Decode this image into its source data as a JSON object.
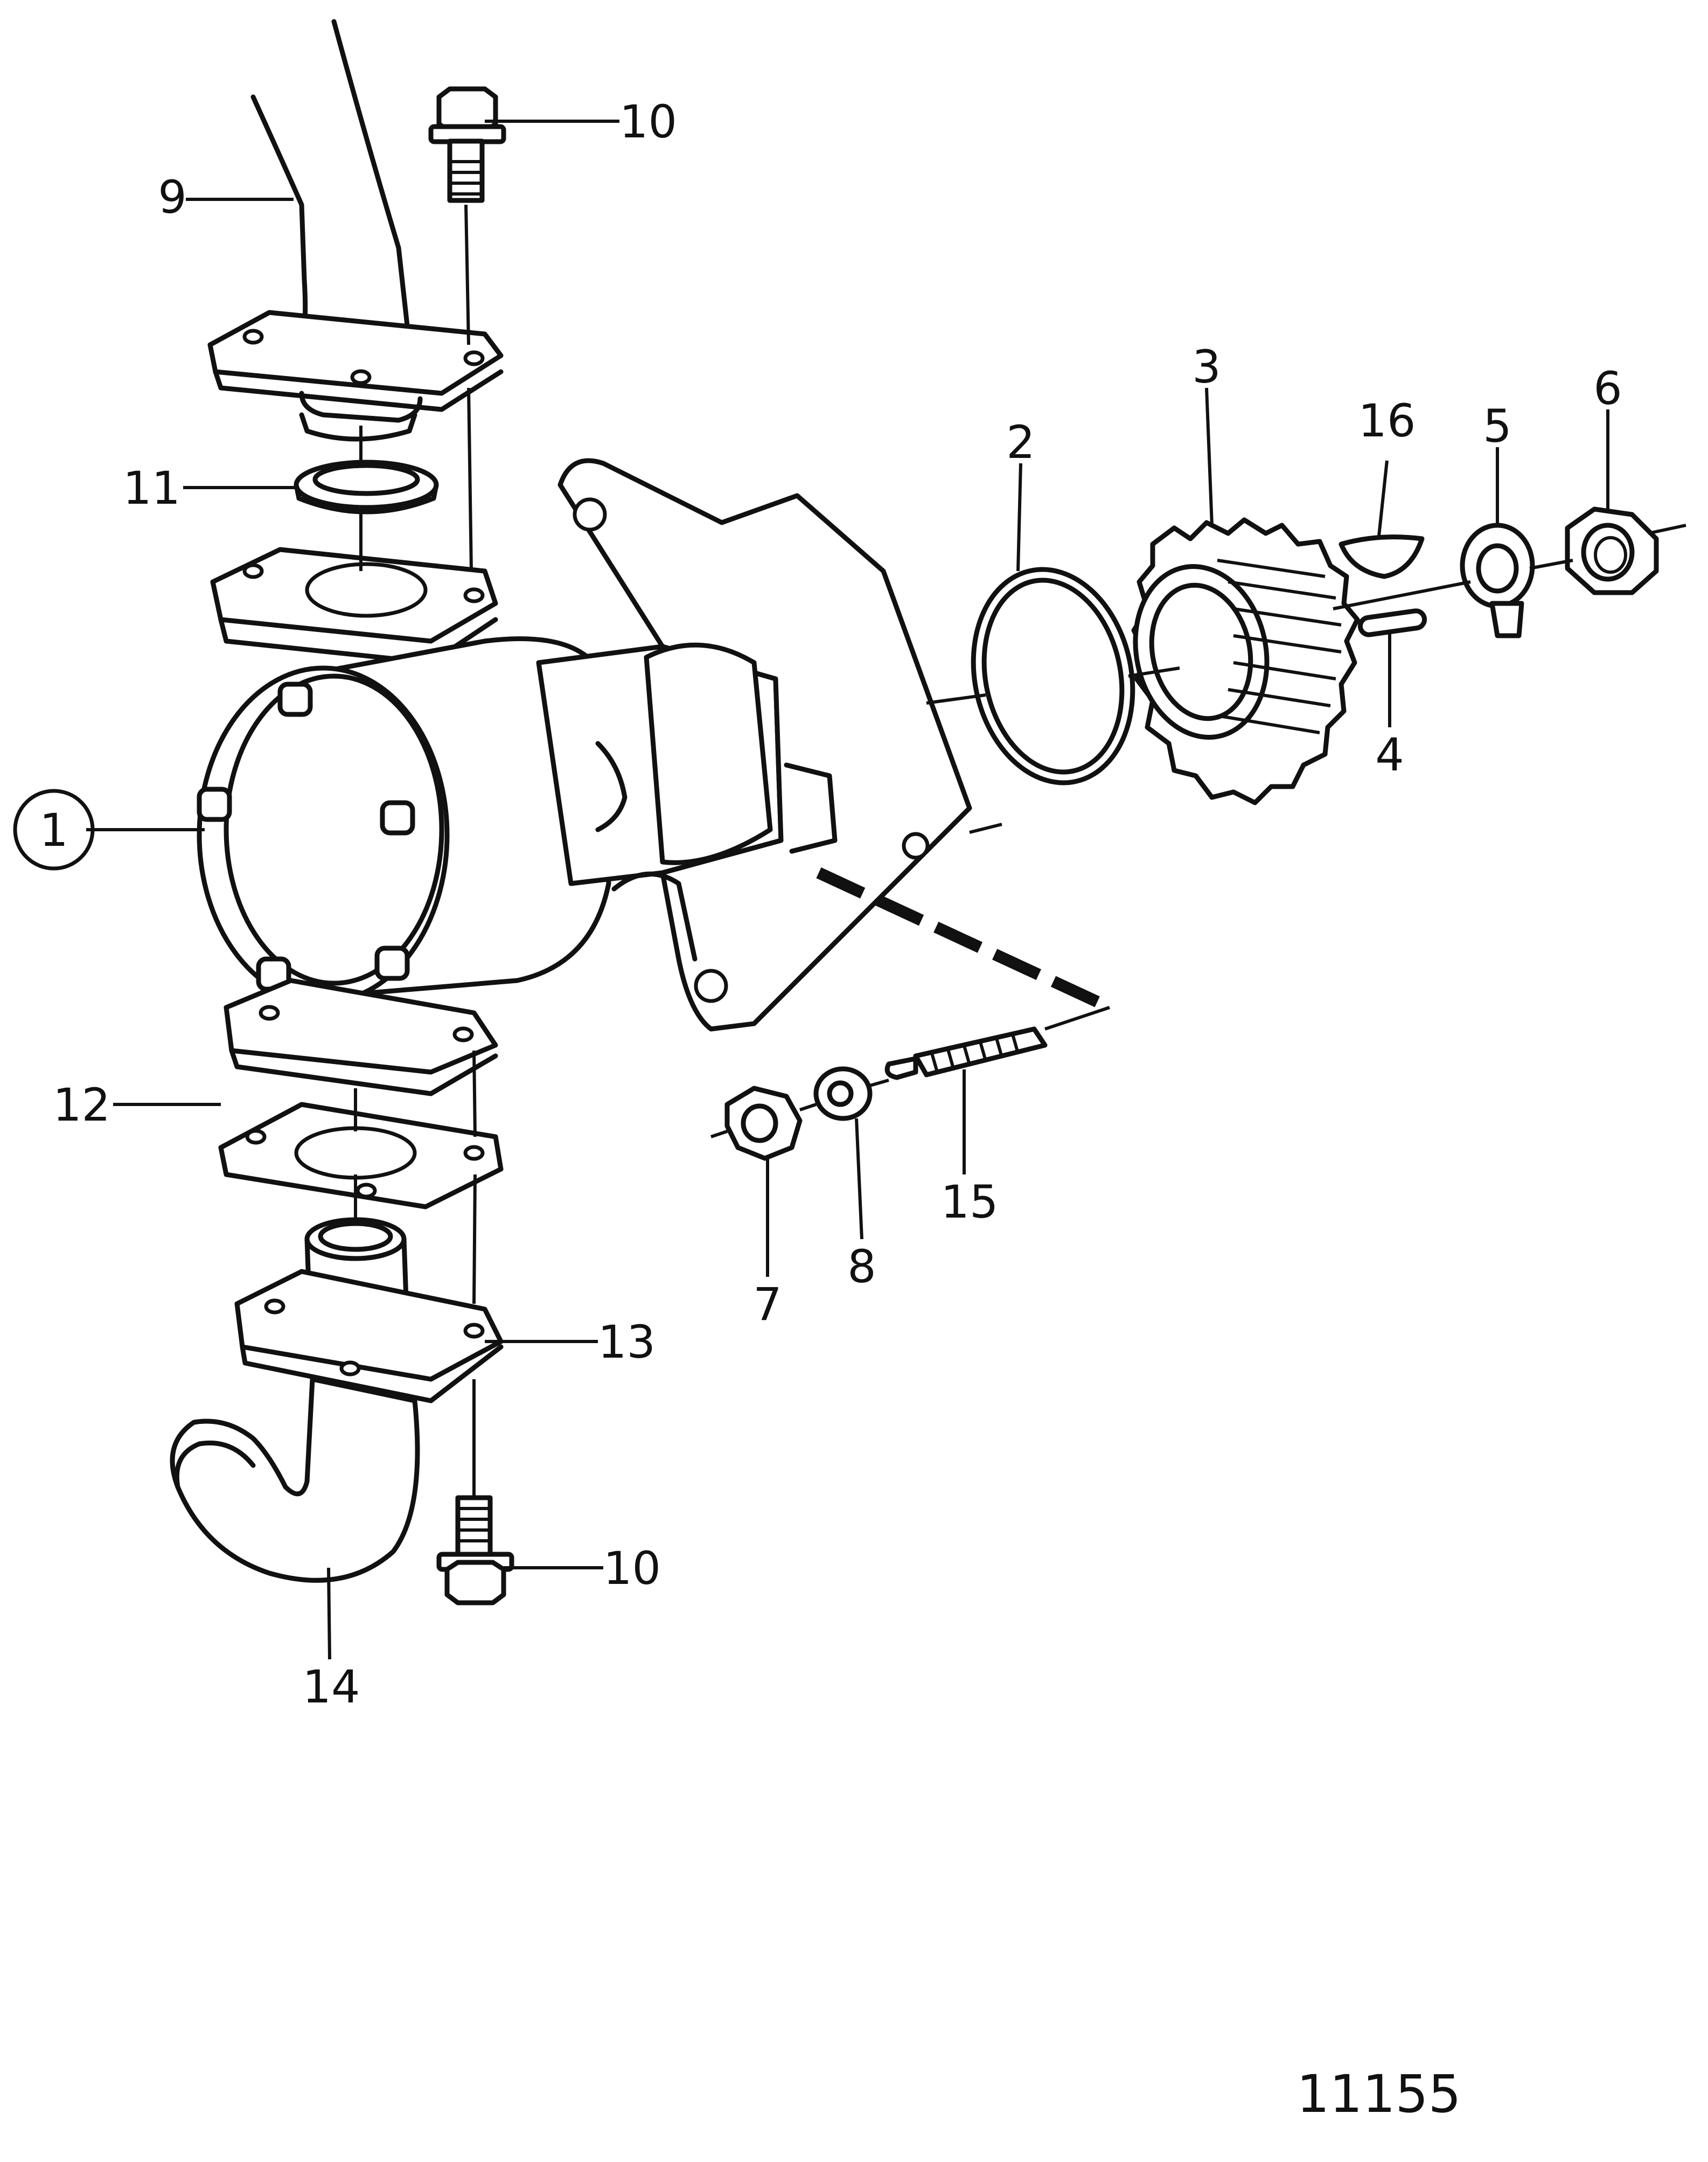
{
  "callouts": {
    "c1": "1",
    "c2": "2",
    "c3": "3",
    "c4": "4",
    "c5": "5",
    "c6": "6",
    "c7": "7",
    "c8": "8",
    "c9": "9",
    "c10_top": "10",
    "c10_bottom": "10",
    "c11": "11",
    "c12": "12",
    "c13": "13",
    "c14": "14",
    "c15": "15",
    "c16": "16"
  },
  "figure_number": "11155"
}
